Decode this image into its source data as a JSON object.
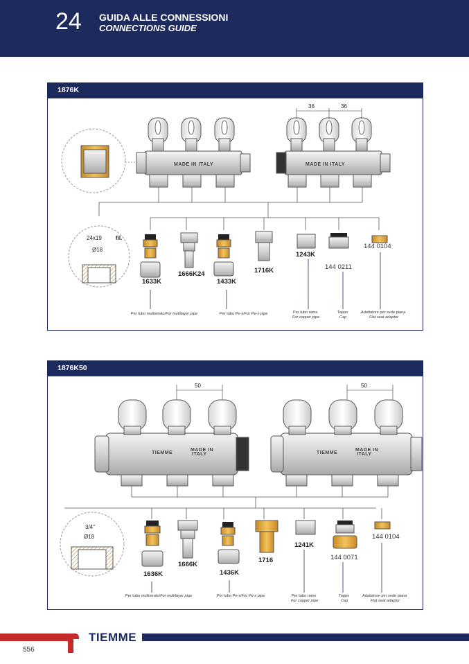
{
  "header": {
    "chapter": "24",
    "title_it": "GUIDA ALLE CONNESSIONI",
    "title_en": "CONNECTIONS GUIDE"
  },
  "panel1": {
    "code": "1876K",
    "stamp": "MADE IN ITALY",
    "dim_a": "36",
    "dim_b": "36",
    "thread": "24x19",
    "thread_suffix": "fil.",
    "diameter": "Ø18",
    "items": {
      "a": "1633K",
      "b": "1666K24",
      "c": "1433K",
      "d": "1716K",
      "e": "1243K",
      "f": "144 0211",
      "g": "144 0104"
    },
    "captions": {
      "multi_it": "Per tubo multistrato/",
      "multi_en": "For multilayer pipe",
      "pex_it": "Per tubo Pe-x/",
      "pex_en": "For Pe-x pipe",
      "copper_it": "Per tubo rame",
      "copper_en": "For copper pipe",
      "cap_it": "Tappo",
      "cap_en": "Cap",
      "flat_it": "Adattatore per sede piana",
      "flat_en": "Flat seat adaptor"
    }
  },
  "panel2": {
    "code": "1876K50",
    "brand": "TIEMME",
    "stamp_l1": "MADE IN",
    "stamp_l2": "ITALY",
    "dim_a": "50",
    "dim_b": "50",
    "thread": "3/4\"",
    "diameter": "Ø18",
    "items": {
      "a": "1636K",
      "b": "1666K",
      "c": "1436K",
      "d": "1716",
      "e": "1241K",
      "f": "144 0071",
      "g": "144 0104"
    },
    "captions": {
      "multi_it": "Per tubo multistrato/",
      "multi_en": "For multilayer pipe",
      "pex_it": "Per tubo Pe-x/",
      "pex_en": "For Pe-x pipe",
      "copper_it": "Per tubo rame",
      "copper_en": "For copper pipe",
      "cap_it": "Tappo",
      "cap_en": "Cap",
      "flat_it": "Adattatore per sede piana",
      "flat_en": "Flat seat adaptor"
    }
  },
  "footer": {
    "brand": "TIEMME",
    "page": "556"
  },
  "colors": {
    "navy": "#1d2a5e",
    "red": "#c62b2b",
    "brass": "#e8a93a"
  }
}
